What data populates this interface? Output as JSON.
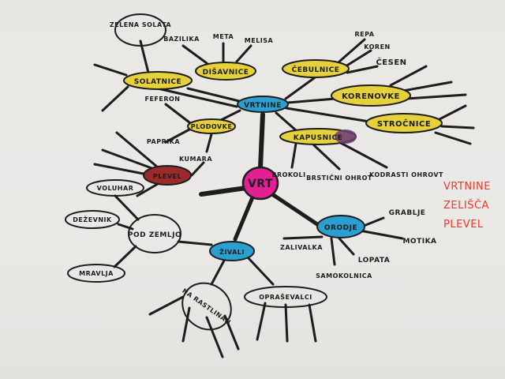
{
  "colors": {
    "ink": "#1d1d1d",
    "yellow": "#e6d13a",
    "blue": "#2a9fd0",
    "magenta": "#e21f93",
    "dark_red": "#9b2a2a",
    "purple": "#6a3a7a",
    "red_text": "#e53a2f"
  },
  "nodes": {
    "center": "VRT",
    "vrtnine": "VRTNINE",
    "solatnice": "SOLATNICE",
    "zelena_solata": "ZELENA SOLATA",
    "disavnice": "DIŠAVNICE",
    "bazilika": "BAZILIKA",
    "meta": "META",
    "melisa": "MELISA",
    "cebulnice": "ČEBULNICE",
    "repa": "REPA",
    "koren": "KOREN",
    "cesen": "ČESEN",
    "korenovke": "KORENOVKE",
    "strocnice": "STROČNICE",
    "plodovke": "PLODOVKE",
    "feferon": "FEFERON",
    "paprika": "PAPRIKA",
    "kumara": "KUMARA",
    "kapusnice": "KAPUSNICE",
    "brokoli": "BROKOLI",
    "brsticni_ohrot": "BRSTIČNI OHROT",
    "kodrasti_ohrovt": "KODRASTI OHROVT",
    "plevel": "PLEVEL",
    "orodje": "ORODJE",
    "grablje": "GRABLJE",
    "motika": "MOTIKA",
    "lopata": "LOPATA",
    "samokolnica": "SAMOKOLNICA",
    "zalivalka": "ZALIVALKA",
    "zivali": "ŽIVALI",
    "pod_zemljo": "POD ZEMLJO",
    "voluhar": "VOLUHAR",
    "dezevnik": "DEŽEVNIK",
    "mravlja": "MRAVLJA",
    "na_rastlinah": "NA RASTLINAH",
    "opraševalci": "OPRAŠEVALCI"
  },
  "legend": [
    "VRTNINE",
    "ZELIŠČA",
    "PLEVEL"
  ]
}
